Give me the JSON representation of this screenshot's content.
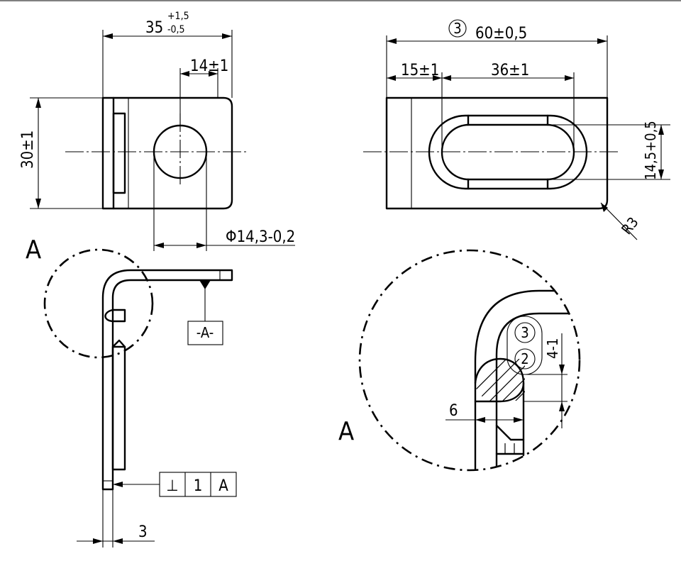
{
  "dims": {
    "width_main": "35",
    "width_tol_upper": "+1,5",
    "width_tol_lower": "-0,5",
    "hole_offset": "14±1",
    "height": "30±1",
    "hole_diameter": "Φ14,3-0,2",
    "part_no": "3",
    "length": "60±0,5",
    "slot_offset": "15±1",
    "slot_length": "36±1",
    "slot_width": "14,5+0,5",
    "corner_radius": "R3",
    "thickness": "3",
    "weld_length": "6",
    "weld_thickness": "4-1"
  },
  "labels": {
    "view_a_left": "A",
    "view_a_right": "A",
    "datum": "-A-",
    "fcf_symbol": "⊥",
    "fcf_tolerance": "1",
    "fcf_datum": "A",
    "balloon_top": "3",
    "balloon_bottom": "2"
  }
}
